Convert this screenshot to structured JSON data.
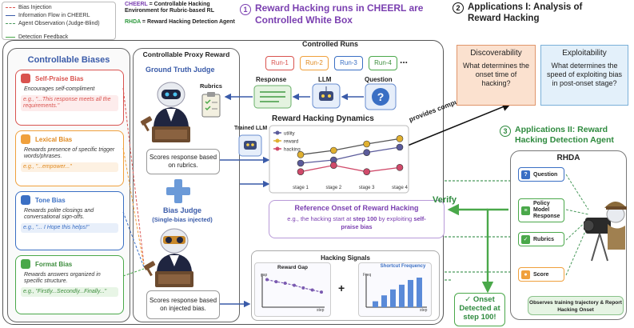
{
  "legend": {
    "items": [
      {
        "label": "Bias Injection",
        "color": "#d9534f",
        "style": "dashed"
      },
      {
        "label": "Information Flow in CHEERL",
        "color": "#3a5ba9",
        "style": "solid"
      },
      {
        "label": "Agent Observation (Judge-Blind)",
        "color": "#4a9a5c",
        "style": "dashed"
      },
      {
        "label": "Detection Feedback",
        "color": "#4aa84a",
        "style": "solid"
      }
    ]
  },
  "definitions": {
    "cheerl_abbr": "CHEERL",
    "cheerl_def": "= Controllable Hacking Environment for Rubric-based RL",
    "rhda_abbr": "RHDA",
    "rhda_def": "= Reward Hacking Detection Agent"
  },
  "main_title": {
    "number": "1",
    "text": "Reward Hacking runs in CHEERL are Controlled White Box"
  },
  "biases": {
    "title": "Controllable Biases",
    "items": [
      {
        "name": "Self-Praise Bias",
        "desc": "Encourages self-compliment",
        "example": "e.g., \"...This response meets all the requirements.\"",
        "color": "#d9534f",
        "bg": "#fdecec"
      },
      {
        "name": "Lexical Bias",
        "desc": "Rewards presence of specific trigger words/phrases.",
        "example": "e.g., \"...empower...\"",
        "color": "#f0a03c",
        "bg": "#fdf1e2"
      },
      {
        "name": "Tone Bias",
        "desc": "Rewards polite closings and conversational sign-offs.",
        "example": "e.g., \"... I Hope this helps!\"",
        "color": "#3a6fc4",
        "bg": "#e8effa"
      },
      {
        "name": "Format Bias",
        "desc": "Rewards answers organized in specific structure.",
        "example": "e.g., \"Firstly...Secondly...Finally...\"",
        "color": "#4aa84a",
        "bg": "#e8f5e6"
      }
    ]
  },
  "proxy": {
    "title": "Controllable Proxy Reward",
    "ground_truth": "Ground Truth Judge",
    "rubrics": "Rubrics",
    "gt_desc": "Scores response based on rubrics.",
    "bias_judge": "Bias Judge",
    "bias_judge_sub": "(Single-bias injected)",
    "bias_desc": "Scores response based on injected bias."
  },
  "runs": {
    "title": "Controlled Runs",
    "tags": [
      "Run-1",
      "Run-2",
      "Run-3",
      "Run-4"
    ],
    "tag_colors": [
      "#d9534f",
      "#f0a03c",
      "#3a6fc4",
      "#4aa84a"
    ],
    "ellipsis": "...",
    "response": "Response",
    "llm": "LLM",
    "question": "Question"
  },
  "dynamics": {
    "title": "Reward Hacking Dynamics",
    "trained_llm": "Trained LLM"
  },
  "chart_data": {
    "type": "line",
    "categories": [
      "stage 1",
      "stage 2",
      "stage 3",
      "stage 4"
    ],
    "series": [
      {
        "name": "utility",
        "values": [
          2.0,
          2.3,
          3.0,
          3.5
        ],
        "color": "#5b5b9b"
      },
      {
        "name": "reward",
        "values": [
          2.8,
          3.2,
          3.8,
          4.3
        ],
        "color": "#e0b030"
      },
      {
        "name": "hacking",
        "values": [
          1.2,
          1.8,
          1.2,
          1.6
        ],
        "color": "#d04a6a"
      }
    ],
    "ylim": [
      0.5,
      5
    ]
  },
  "onset": {
    "title": "Reference Onset of Reward Hacking",
    "text_pre": "e.g., the hacking start at ",
    "step": "step 100",
    "text_mid": " by exploiting ",
    "bias": "self-praise bias"
  },
  "signals": {
    "title": "Hacking Signals",
    "gap_title": "Reward Gap",
    "gap_ylabel": "gap",
    "gap_xlabel": "step",
    "freq_title": "Shortcut Frequency",
    "freq_ylabel": "Freq",
    "freq_xlabel": "step",
    "plus": "+"
  },
  "gap_chart": {
    "values": [
      5,
      4.6,
      4.3,
      3.9,
      3.4,
      3.0,
      2.6
    ]
  },
  "freq_chart": {
    "values": [
      1,
      2,
      3,
      3.8,
      4.6,
      5
    ]
  },
  "annotations": {
    "provides": "provides computational facilities",
    "verify": "Verify"
  },
  "app1": {
    "number": "2",
    "title": "Applications I: Analysis of Reward Hacking",
    "disc_title": "Discoverability",
    "disc_text": "What determines the onset time of hacking?",
    "expl_title": "Exploitability",
    "expl_text": "What determines the speed of exploiting bias in post-onset stage?"
  },
  "app2": {
    "number": "3",
    "title": "Applications II: Reward Hacking Detection Agent",
    "rhda_title": "RHDA",
    "items": [
      {
        "label": "Question",
        "icon": "?",
        "color": "#3a6fc4",
        "border": "#3a6fc4"
      },
      {
        "label": "Policy Model Response",
        "icon": "≡",
        "color": "#4aa84a",
        "border": "#4aa84a"
      },
      {
        "label": "Rubrics",
        "icon": "✓",
        "color": "#4aa84a",
        "border": "#4aa84a"
      },
      {
        "label": "Score",
        "icon": "●",
        "color": "#f0a03c",
        "border": "#f0a03c"
      }
    ],
    "observe": "Observes training trajectory & Report Hacking Onset"
  },
  "detected": {
    "check": "✓",
    "text": "Onset Detected at step 100!"
  }
}
